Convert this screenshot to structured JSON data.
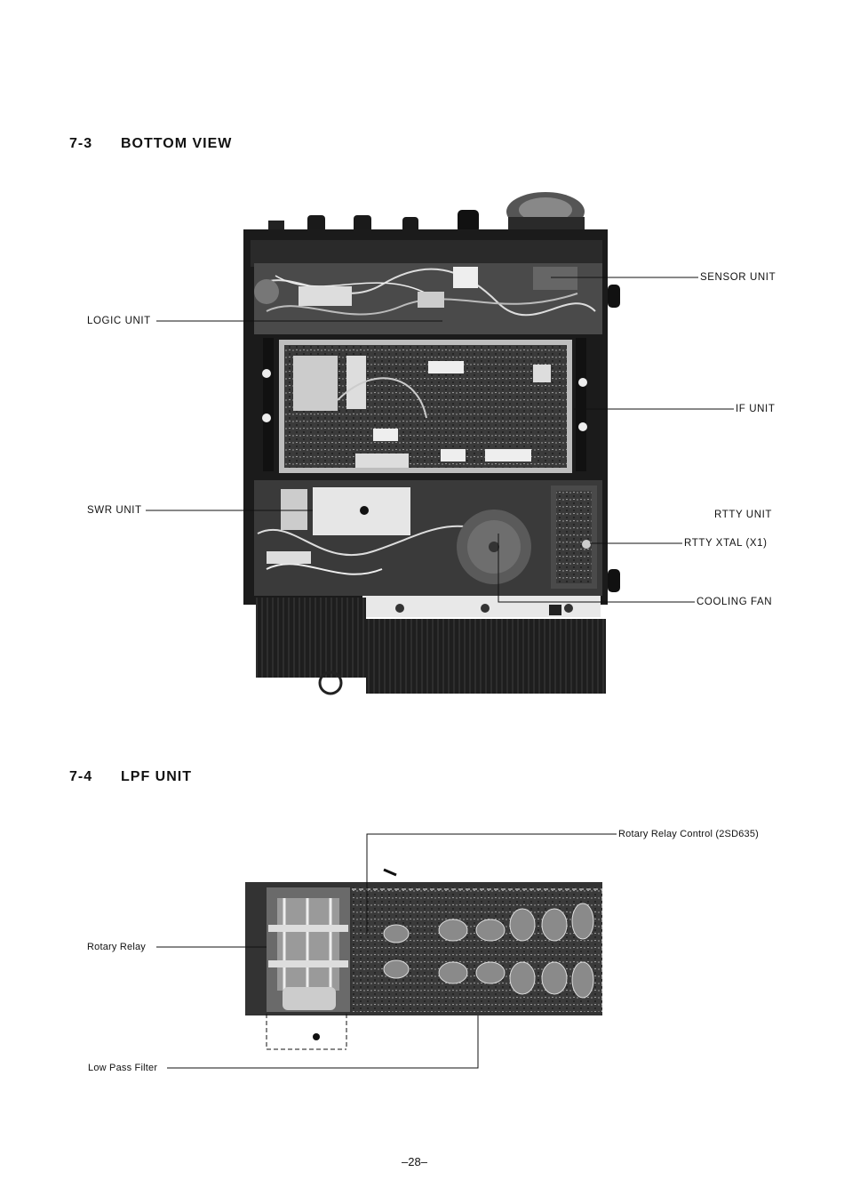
{
  "section_bottom": {
    "number": "7-3",
    "title": "BOTTOM VIEW"
  },
  "section_lpf": {
    "number": "7-4",
    "title": "LPF UNIT"
  },
  "bottom_labels": {
    "logic_unit": "LOGIC UNIT",
    "sensor_unit": "SENSOR UNIT",
    "if_unit": "IF UNIT",
    "swr_unit": "SWR UNIT",
    "rtty_unit": "RTTY UNIT",
    "rtty_xtal": "RTTY XTAL (X1)",
    "cooling_fan": "COOLING FAN"
  },
  "lpf_labels": {
    "rotary_relay_control": "Rotary Relay Control (2SD635)",
    "rotary_relay": "Rotary Relay",
    "low_pass_filter": "Low Pass Filter"
  },
  "page_number": "–28–"
}
